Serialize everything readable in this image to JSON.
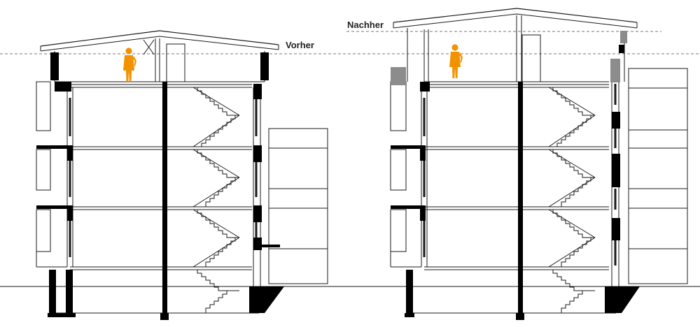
{
  "labels": {
    "before": "Vorher",
    "after": "Nachher"
  },
  "colors": {
    "line": "#1a1a1a",
    "solid": "#000000",
    "figure": "#f39200",
    "added_structure": "#8c8c8c",
    "dashed_reference": "#777777",
    "background": "#ffffff"
  },
  "sections": [
    {
      "name": "before-section",
      "floors": 4,
      "roof": "low-pitched"
    },
    {
      "name": "after-section",
      "floors": 4,
      "roof": "raised-pitched"
    }
  ]
}
